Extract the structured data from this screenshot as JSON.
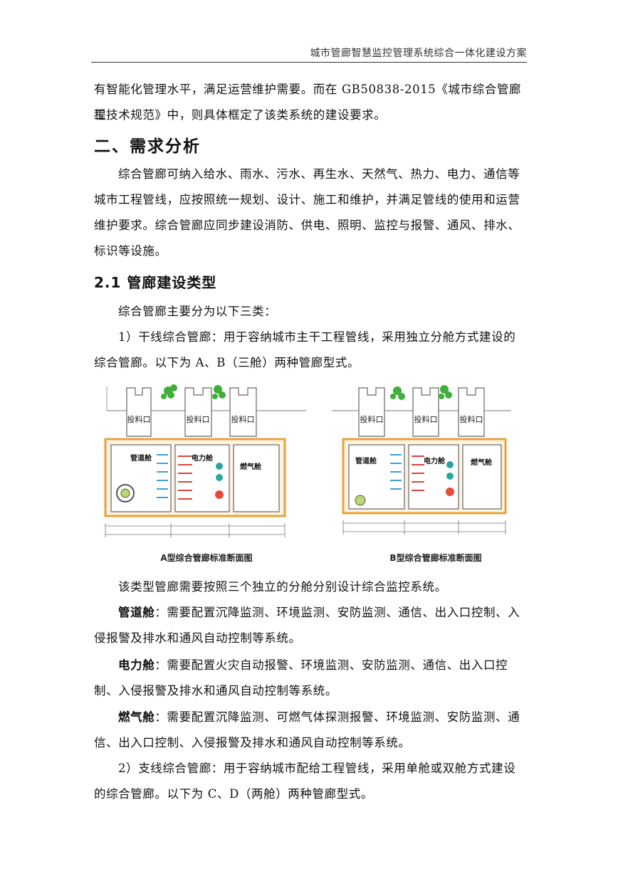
{
  "header": {
    "title": "城市管廊智慧监控管理系统综合一体化建设方案"
  },
  "body": {
    "intro_line1": "有智能化管理水平，满足运营维护需要。而在 GB50838-2015《城市综合管廊工",
    "intro_line2": "程技术规范》中，则具体框定了该类系统的建设要求。",
    "section_heading": "二、需求分析",
    "para_requirements": "综合管廊可纳入给水、雨水、污水、再生水、天然气、热力、电力、通信等城市工程管线，应按照统一规划、设计、施工和维护，并满足管线的使用和运营维护要求。综合管廊应同步建设消防、供电、照明、监控与报警、通风、排水、标识等设施。",
    "subsection_heading": "2.1 管廊建设类型",
    "para_types": "综合管廊主要分为以下三类：",
    "para_trunk": "1）干线综合管廊：用于容纳城市主干工程管线，采用独立分舱方式建设的综合管廊。以下为 A、B（三舱）两种管廊型式。",
    "para_trunk_design": "该类型管廊需要按照三个独立的分舱分别设计综合监控系统。",
    "pipe_term": "管道舱",
    "pipe_desc": "：需要配置沉降监测、环境监测、安防监测、通信、出入口控制、入侵报警及排水和通风自动控制等系统。",
    "power_term": "电力舱",
    "power_desc": "：需要配置火灾自动报警、环境监测、安防监测、通信、出入口控制、入侵报警及排水和通风自动控制等系统。",
    "gas_term": "燃气舱",
    "gas_desc": "：需要配置沉降监测、可燃气体探测报警、环境监测、安防监测、通信、出入口控制、入侵报警及排水和通风自动控制等系统。",
    "para_branch": "2）支线综合管廊：用于容纳城市配给工程管线，采用单舱或双舱方式建设的综合管廊。以下为 C、D（两舱）两种管廊型式。"
  },
  "figures": {
    "a": {
      "caption": "A型综合管廊标准断面图",
      "inlet_labels": [
        "投料口",
        "投料口",
        "投料口"
      ],
      "chambers": [
        "管道舱",
        "电力舱",
        "燃气舱"
      ]
    },
    "b": {
      "caption": "B型综合管廊标准断面图",
      "inlet_labels": [
        "投料口",
        "投料口",
        "投料口"
      ],
      "chambers": [
        "管道舱",
        "电力舱",
        "燃气舱"
      ]
    }
  },
  "colors": {
    "frame": "#e8a23a",
    "foliage": "#3fae3a",
    "drawing": "#555555",
    "racks": "#d9463e",
    "pipe_blue": "#3aa0d8"
  }
}
